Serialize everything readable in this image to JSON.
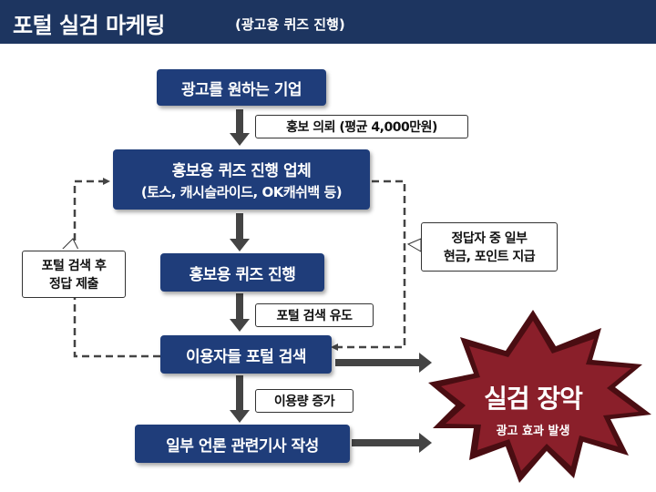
{
  "header": {
    "title": "포털 실검 마케팅",
    "subtitle": "(광고용 퀴즈 진행)"
  },
  "nodes": {
    "advertiser": "광고를 원하는 기업",
    "quiz_company_line1": "홍보용 퀴즈 진행 업체",
    "quiz_company_line2": "(토스, 캐시슬라이드, OK캐쉬백 등)",
    "quiz_run": "홍보용 퀴즈 진행",
    "user_search": "이용자들 포털 검색",
    "media_article": "일부 언론 관련기사 작성"
  },
  "notes": {
    "request": "홍보 의뢰 (평균 4,000만원)",
    "portal_guide": "포털 검색 유도",
    "usage_increase": "이용량 증가",
    "submit_line1": "포털 검색 후",
    "submit_line2": "정답 제출",
    "reward_line1": "정답자 중 일부",
    "reward_line2": "현금, 포인트 지급"
  },
  "burst": {
    "main": "실검 장악",
    "sub": "광고 효과 발생"
  },
  "colors": {
    "header_bg": "#1d3560",
    "node_bg": "#1f3d7a",
    "arrow": "#444444",
    "burst_outer": "#7a1a22",
    "burst_inner": "#4a0d12",
    "burst_text": "#ffffff"
  }
}
